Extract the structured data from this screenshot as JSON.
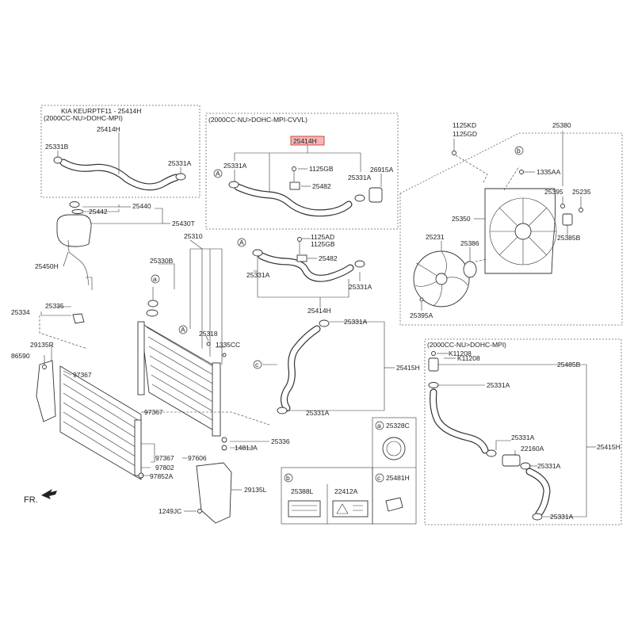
{
  "groups": {
    "kia_title": "KIA KEURPTF11 - 25414H",
    "kia_engine": "(2000CC-NU>DOHC-MPI)",
    "cvvl_engine": "(2000CC-NU>DOHC-MPI-CVVL)",
    "right_engine": "(2000CC-NU>DOHC-MPI)"
  },
  "labels": {
    "p25414H_kia": "25414H",
    "p25331B": "25331B",
    "p25331A_kia": "25331A",
    "p25414H_hl": "25414H",
    "p25331A_c1": "25331A",
    "p1125GB_c": "1125GB",
    "p25482_c": "25482",
    "p25331A_c2": "25331A",
    "p26915A": "26915A",
    "p25440": "25440",
    "p25442": "25442",
    "p25430T": "25430T",
    "p25450H": "25450H",
    "p25310": "25310",
    "p25330B": "25330B",
    "p25334": "25334",
    "p25335": "25335",
    "p25318": "25318",
    "p1335CC": "1335CC",
    "p29135R": "29135R",
    "p86590": "86590",
    "p97367_a": "97367",
    "p97367_b": "97367",
    "p97367_c": "97367",
    "p97606": "97606",
    "p97802": "97802",
    "p97852A": "97852A",
    "p25336": "25336",
    "p1481JA": "1481JA",
    "p29135L": "29135L",
    "p1249JC": "1249JC",
    "p1125AD": "1125AD",
    "p1125GB_m": "1125GB",
    "p25482_m": "25482",
    "p25331A_m1": "25331A",
    "p25331A_m2": "25331A",
    "p25414H_m": "25414H",
    "p25331A_m3": "25331A",
    "p25415H_m": "25415H",
    "p25331A_m4": "25331A",
    "p1125KD": "1125KD",
    "p1125GD": "1125GD",
    "p25380": "25380",
    "p1335AA": "1335AA",
    "p25395": "25395",
    "p25235": "25235",
    "p25350": "25350",
    "p25385B": "25385B",
    "p25231": "25231",
    "p25386": "25386",
    "p25395A": "25395A",
    "pK11208_a": "K11208",
    "pK11208_b": "K11208",
    "p25485B": "25485B",
    "p25331A_r1": "25331A",
    "p25331A_r2": "25331A",
    "p22160A": "22160A",
    "p25415H_r": "25415H",
    "p25331A_r3": "25331A",
    "p25331A_r4": "25331A",
    "p25328C": "25328C",
    "p25481H": "25481H",
    "p25388L": "25388L",
    "p22412A": "22412A",
    "fr": "FR."
  },
  "callouts": {
    "a": "a",
    "b": "b",
    "c": "c",
    "A": "A"
  },
  "colors": {
    "highlight_fill": "#f3b6b6",
    "highlight_stroke": "#c62828",
    "line": "#333333"
  }
}
